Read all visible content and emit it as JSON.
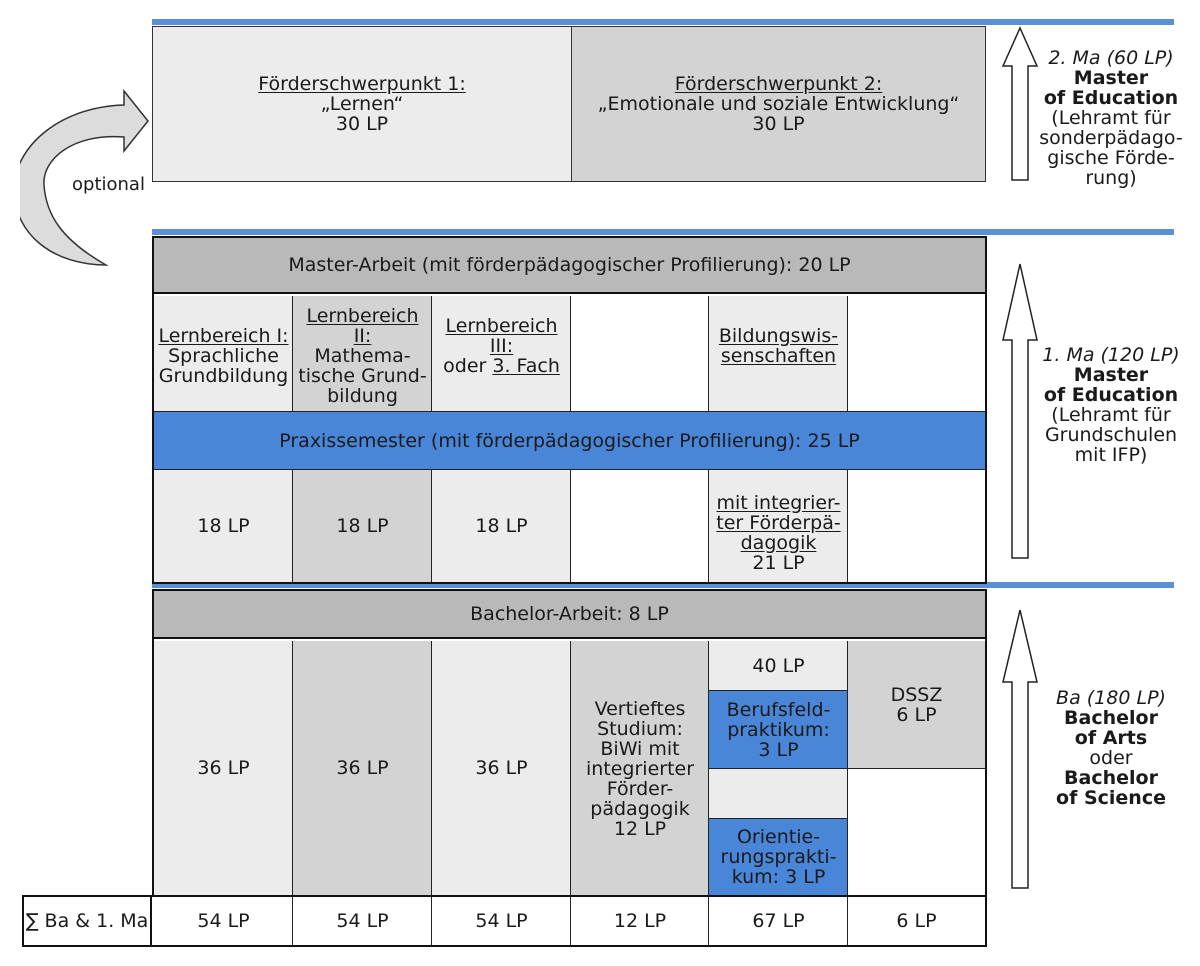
{
  "ma2": {
    "fs1": {
      "title": "Förderschwerpunkt 1:",
      "sub": "„Lernen“",
      "lp": "30 LP"
    },
    "fs2": {
      "title": "Förderschwerpunkt 2:",
      "sub": "„Emotionale und soziale Entwicklung“",
      "lp": "30 LP"
    },
    "optional": "optional"
  },
  "ma1": {
    "master_arbeit": "Master-Arbeit (mit förderpädagogischer Profilierung): 20 LP",
    "lb1": {
      "l1": "Lernbereich I:",
      "l2": "Sprachliche",
      "l3": "Grundbildung"
    },
    "lb2": {
      "l1": "Lernbereich",
      "l2": "II:",
      "l3": "Mathema-",
      "l4": "tische Grund-",
      "l5": "bildung"
    },
    "lb3": {
      "l1": "Lernbereich",
      "l2": "III:",
      "l3a": "oder ",
      "l3b": "3. Fach"
    },
    "biwi": {
      "l1": "Bildungswis-",
      "l2": "senschaften"
    },
    "praxis": "Praxissemester (mit förderpädagogischer Profilierung): 25 LP",
    "lp1": "18 LP",
    "lp2": "18 LP",
    "lp3": "18 LP",
    "integ": {
      "l1": "mit integrier-",
      "l2": "ter Förderpä-",
      "l3": "dagogik",
      "l4": "21 LP"
    }
  },
  "ba": {
    "bachelor_arbeit": "Bachelor-Arbeit: 8 LP",
    "lp1": "36 LP",
    "lp2": "36 LP",
    "lp3": "36 LP",
    "vertieft": {
      "l1": "Vertieftes",
      "l2": "Studium:",
      "l3": "BiWi mit",
      "l4": "integrierter",
      "l5": "Förder-",
      "l6": "pädagogik",
      "l7": "12 LP"
    },
    "lp40": "40 LP",
    "beruf": {
      "l1": "Berufsfeld-",
      "l2": "praktikum:",
      "l3": "3 LP"
    },
    "orient": {
      "l1": "Orientie-",
      "l2": "rungsprakti-",
      "l3": "kum: 3 LP"
    },
    "dssz": {
      "l1": "DSSZ",
      "l2": "6 LP"
    }
  },
  "sum": {
    "label": "∑ Ba & 1. Ma",
    "values": [
      "54 LP",
      "54 LP",
      "54 LP",
      "12 LP",
      "67 LP",
      "6 LP"
    ]
  },
  "side": {
    "ma2": {
      "l1": "2. Ma (60 LP)",
      "l2": "Master",
      "l3": "of Education",
      "l4": "(Lehramt für",
      "l5": "sonderpädago-",
      "l6": "gische Förde-",
      "l7": "rung)"
    },
    "ma1": {
      "l1": "1. Ma (120 LP)",
      "l2": "Master",
      "l3": "of Education",
      "l4": "(Lehramt für",
      "l5": "Grundschulen",
      "l6": "mit IFP)"
    },
    "ba": {
      "l1": "Ba (180 LP)",
      "l2": "Bachelor",
      "l3": "of Arts",
      "l4": "oder",
      "l5": "Bachelor",
      "l6": "of Science"
    }
  },
  "colors": {
    "blue": "#4a86d8",
    "line_blue": "#5b8fd6",
    "light_gray": "#ececec",
    "mid_gray": "#d3d3d3",
    "dark_gray": "#b9b9b9"
  }
}
